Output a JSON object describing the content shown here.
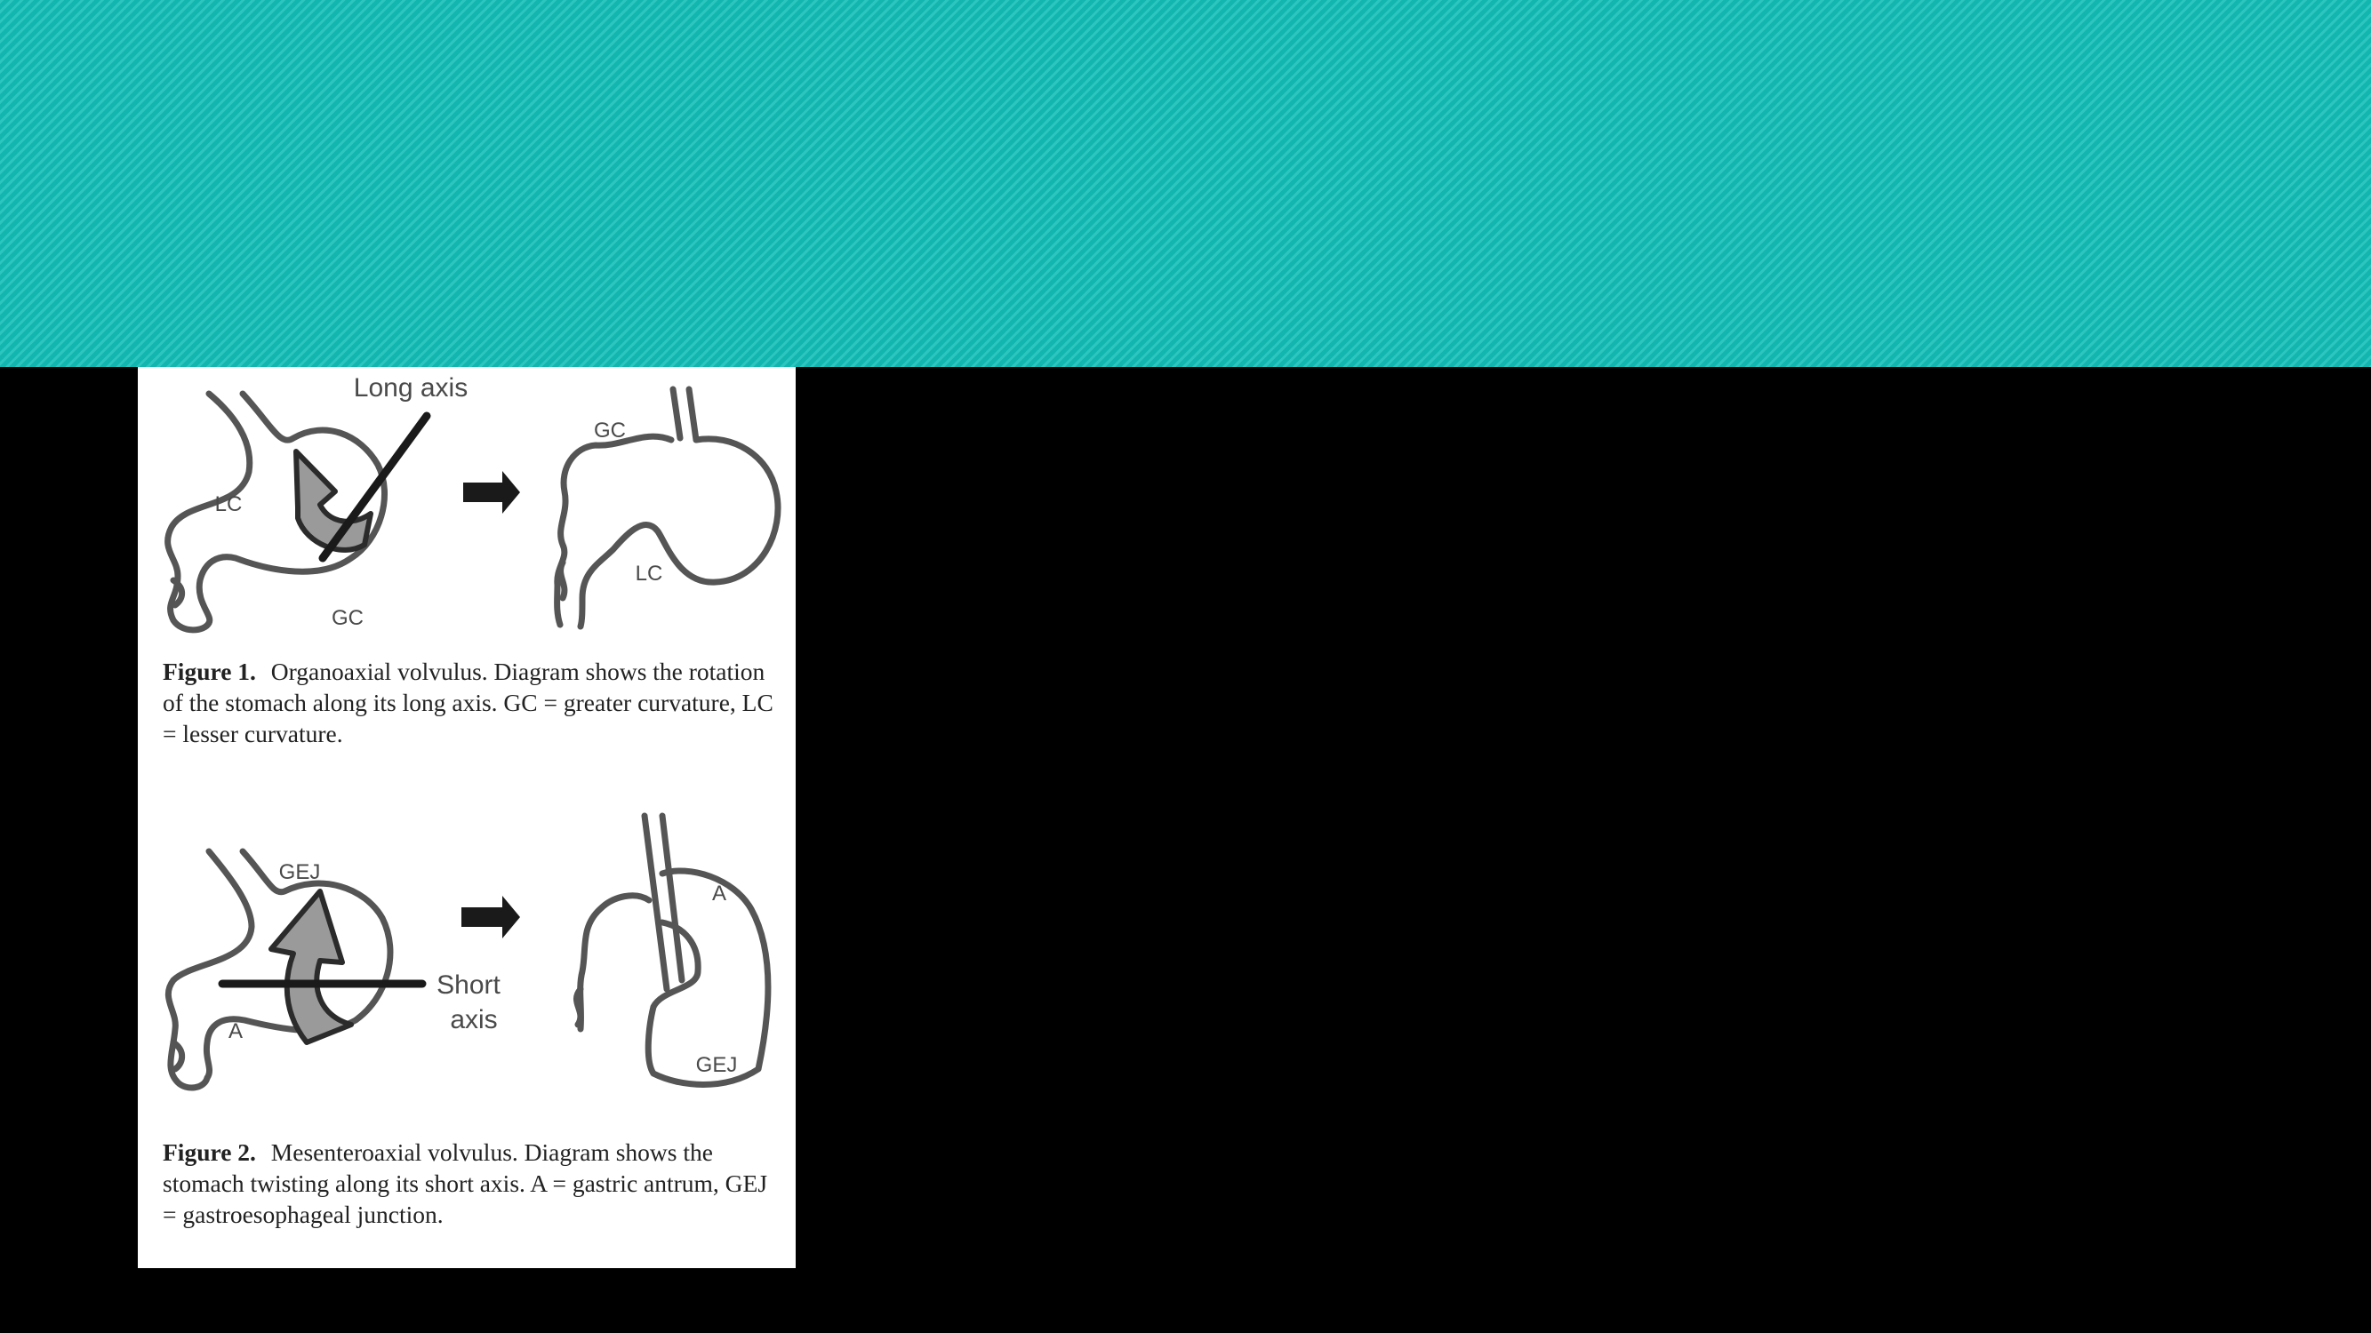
{
  "slide": {
    "banner_color": "#14bfb8",
    "background_color": "#000000"
  },
  "figure1": {
    "labels": {
      "long_axis": "Long axis",
      "lc_left": "LC",
      "gc_left": "GC",
      "gc_right": "GC",
      "lc_right": "LC"
    },
    "caption": {
      "label": "Figure 1.",
      "text": "Organoaxial volvulus. Diagram shows the rotation of the stomach along its long axis. GC = greater curvature, LC = lesser curvature."
    }
  },
  "figure2": {
    "labels": {
      "gej_left": "GEJ",
      "a_left": "A",
      "short_axis_line1": "Short",
      "short_axis_line2": "axis",
      "a_right": "A",
      "gej_right": "GEJ"
    },
    "caption": {
      "label": "Figure 2.",
      "text": "Mesenteroaxial volvulus. Diagram shows the stomach twisting along its short axis. A = gastric antrum, GEJ = gastroesophageal junction."
    }
  },
  "icons": {
    "arrow": "right-arrow-icon"
  }
}
